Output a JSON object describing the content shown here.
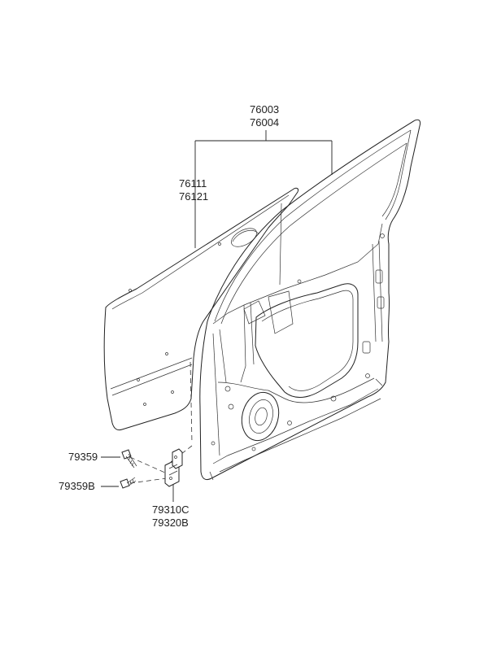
{
  "diagram": {
    "labels": {
      "door_assembly": [
        "76003",
        "76004"
      ],
      "outer_panel": [
        "76111",
        "76121"
      ],
      "bolt_a": "79359",
      "bolt_b": "79359B",
      "hinge": [
        "79310C",
        "79320B"
      ]
    }
  }
}
